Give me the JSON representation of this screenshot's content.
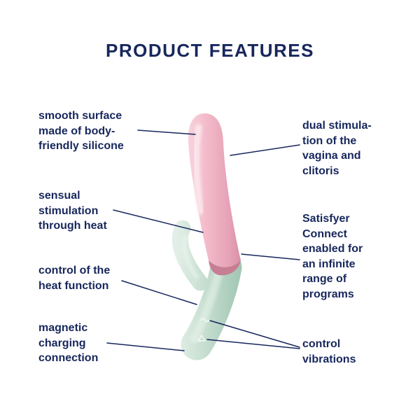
{
  "title": "PRODUCT FEATURES",
  "colors": {
    "text_navy": "#17275c",
    "shaft_pink": "#efb3c4",
    "handle_mint": "#c3dccd"
  },
  "icons": {
    "control_button_1": "wave-icon",
    "control_button_2": "triangle-icon"
  },
  "features": {
    "left": [
      {
        "lines": [
          "smooth surface",
          "made of body-",
          "friendly silicone"
        ]
      },
      {
        "lines": [
          "sensual",
          "stimulation",
          "through heat"
        ]
      },
      {
        "lines": [
          "control of the",
          "heat function"
        ]
      },
      {
        "lines": [
          "magnetic",
          "charging",
          "connection"
        ]
      }
    ],
    "right": [
      {
        "lines": [
          "dual stimula-",
          "tion of the",
          "vagina and",
          "clitoris"
        ]
      },
      {
        "lines": [
          "Satisfyer",
          "Connect",
          "enabled for",
          "an infinite",
          "range of",
          "programs"
        ]
      },
      {
        "lines": [
          "control",
          "vibrations"
        ]
      }
    ]
  }
}
